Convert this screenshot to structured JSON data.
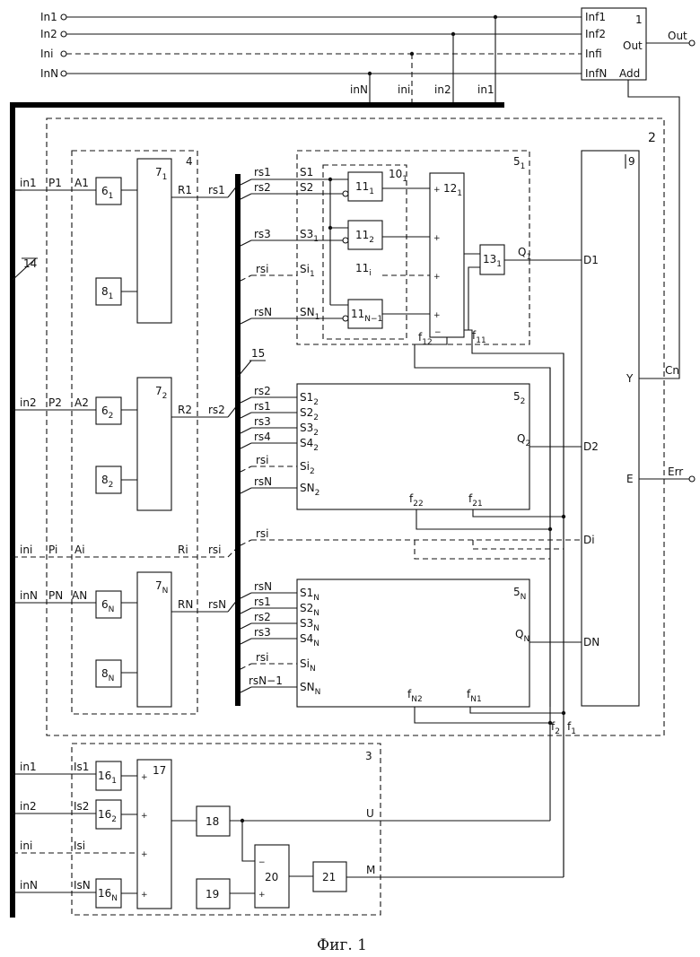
{
  "caption": "Фиг. 1",
  "inputs": [
    "In1",
    "In2",
    "Ini",
    "InN"
  ],
  "block1": {
    "num": "1",
    "in_labels": [
      "Inf1",
      "Inf2",
      "Infi",
      "InfN"
    ],
    "out": "Out",
    "add": "Add"
  },
  "out_label": "Out",
  "bus_top_taps": [
    "inN",
    "ini",
    "in2",
    "in1"
  ],
  "block2_num": "2",
  "block3_num": "3",
  "block4_num": "4",
  "bus14": "14",
  "bus15": "15",
  "channels": [
    {
      "in": "in1",
      "p": "P1",
      "a": "A1",
      "b6": "6",
      "b6s": "1",
      "b7": "7",
      "b7s": "1",
      "b8": "8",
      "b8s": "1",
      "r": "R1",
      "rs": "rs1"
    },
    {
      "in": "in2",
      "p": "P2",
      "a": "A2",
      "b6": "6",
      "b6s": "2",
      "b7": "7",
      "b7s": "2",
      "b8": "8",
      "b8s": "2",
      "r": "R2",
      "rs": "rs2"
    },
    {
      "in": "ini",
      "p": "Pi",
      "a": "Ai",
      "r": "Ri",
      "rs": "rsi"
    },
    {
      "in": "inN",
      "p": "PN",
      "a": "AN",
      "b6": "6",
      "b6s": "N",
      "b7": "7",
      "b7s": "N",
      "b8": "8",
      "b8s": "N",
      "r": "RN",
      "rs": "rsN"
    }
  ],
  "block5_1": {
    "num": "5",
    "sub": "1",
    "rs": [
      "rs1",
      "rs2",
      "rs3",
      "rsi",
      "rsN"
    ],
    "s": [
      [
        "S1",
        ""
      ],
      [
        "S2",
        ""
      ],
      [
        "S3",
        "1"
      ],
      [
        "Si",
        "1"
      ],
      [
        "SN",
        "1"
      ]
    ],
    "b10": [
      "10",
      "1"
    ],
    "b11": [
      [
        "11",
        "1"
      ],
      [
        "11",
        "2"
      ],
      [
        "11",
        "i"
      ],
      [
        "11",
        "N−1"
      ]
    ],
    "b12": [
      "12",
      "1"
    ],
    "b13": [
      "13",
      "1"
    ],
    "q": [
      "Q",
      "1"
    ],
    "f": [
      [
        "f",
        "12"
      ],
      [
        "f",
        "11"
      ]
    ]
  },
  "block5_2": {
    "num": "5",
    "sub": "2",
    "rs": [
      "rs2",
      "rs1",
      "rs3",
      "rs4",
      "rsi",
      "rsN"
    ],
    "s": [
      [
        "S1",
        "2"
      ],
      [
        "S2",
        "2"
      ],
      [
        "S3",
        "2"
      ],
      [
        "S4",
        "2"
      ],
      [
        "Si",
        "2"
      ],
      [
        "SN",
        "2"
      ]
    ],
    "q": [
      "Q",
      "2"
    ],
    "f": [
      [
        "f",
        "22"
      ],
      [
        "f",
        "21"
      ]
    ]
  },
  "block5_i_rs": "rsi",
  "block5_N": {
    "num": "5",
    "sub": "N",
    "rs": [
      "rsN",
      "rs1",
      "rs2",
      "rs3",
      "rsi",
      "rsN−1"
    ],
    "s": [
      [
        "S1",
        "N"
      ],
      [
        "S2",
        "N"
      ],
      [
        "S3",
        "N"
      ],
      [
        "S4",
        "N"
      ],
      [
        "Si",
        "N"
      ],
      [
        "SN",
        "N"
      ]
    ],
    "q": [
      "Q",
      "N"
    ],
    "f": [
      [
        "f",
        "N2"
      ],
      [
        "f",
        "N1"
      ]
    ]
  },
  "block9": {
    "num": "9",
    "d": [
      "D1",
      "D2",
      "Di",
      "DN"
    ],
    "y": "Y",
    "e": "E"
  },
  "cn": "Cn",
  "err": "Err",
  "f_out": [
    [
      "f",
      "2"
    ],
    [
      "f",
      "1"
    ]
  ],
  "block3": {
    "in": [
      "in1",
      "in2",
      "ini",
      "inN"
    ],
    "is": [
      "Is1",
      "Is2",
      "Isi",
      "IsN"
    ],
    "b16": [
      [
        "16",
        "1"
      ],
      [
        "16",
        "2"
      ],
      [
        "16",
        "N"
      ]
    ],
    "b17": "17",
    "b18": "18",
    "b19": "19",
    "b20": "20",
    "b21": "21",
    "u": "U",
    "m": "M"
  }
}
